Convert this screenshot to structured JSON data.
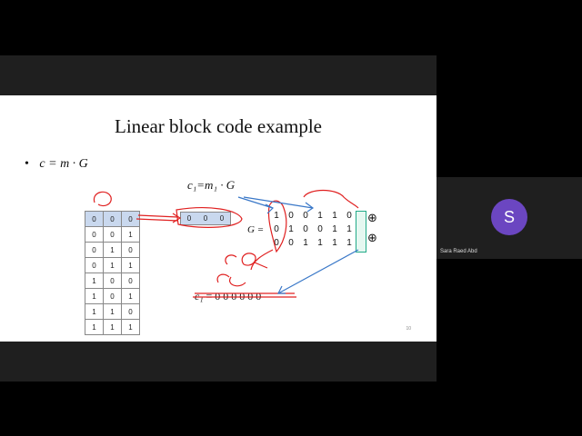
{
  "slide": {
    "title": "Linear block code example",
    "bullet_dot": "•",
    "bullet_eq": "c = m · G",
    "c1_eq": "c₁=m₁ · G",
    "m_table": [
      [
        "0",
        "0",
        "0"
      ],
      [
        "0",
        "0",
        "1"
      ],
      [
        "0",
        "1",
        "0"
      ],
      [
        "0",
        "1",
        "1"
      ],
      [
        "1",
        "0",
        "0"
      ],
      [
        "1",
        "0",
        "1"
      ],
      [
        "1",
        "1",
        "0"
      ],
      [
        "1",
        "1",
        "1"
      ]
    ],
    "m1": [
      "0",
      "0",
      "0"
    ],
    "g_label": "G =",
    "g_matrix": [
      [
        "1",
        "0",
        "0",
        "1",
        "1",
        "0"
      ],
      [
        "0",
        "1",
        "0",
        "0",
        "1",
        "1"
      ],
      [
        "0",
        "0",
        "1",
        "1",
        "1",
        "1"
      ]
    ],
    "xor_symbol": "⊕",
    "c1_result_var": "c₁",
    "c1_result_value": "= 0 0 0 0 0 0",
    "page_number": "10",
    "colors": {
      "highlight": "#c9d8ee",
      "ink_red": "#e02020",
      "ink_blue": "#3a78c8",
      "ink_green": "#2a8"
    }
  },
  "participant": {
    "initial": "S",
    "name": "Sara Raed Abd",
    "avatar_color": "#6b46c1"
  }
}
